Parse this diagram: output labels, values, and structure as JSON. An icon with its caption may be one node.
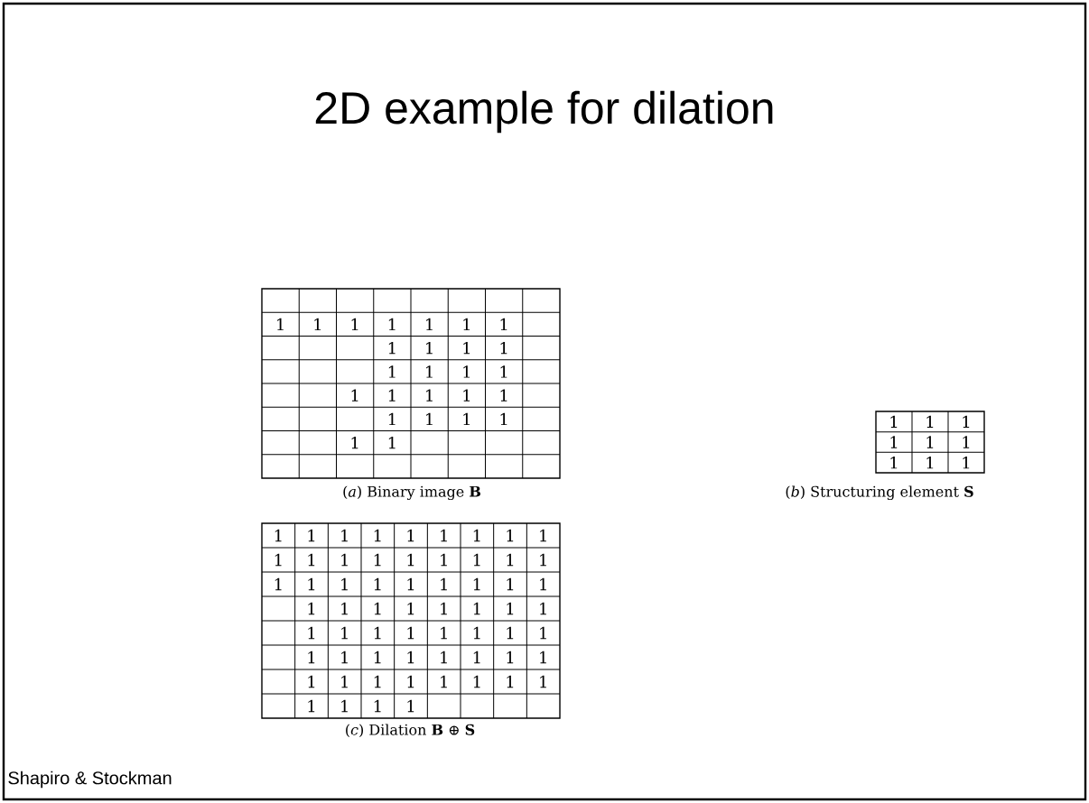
{
  "diagram": {
    "title": "2D example for dilation",
    "labels": [
      "1",
      "1",
      "1",
      "1",
      "1",
      "1",
      "1",
      "1",
      "1",
      "1",
      "1",
      "1",
      "1",
      "1",
      "1",
      "1",
      "1",
      "1",
      "1",
      "1",
      "1",
      "1",
      "1",
      "1",
      "1",
      "1",
      "1",
      "1",
      "1",
      "1",
      "1",
      "1",
      "1",
      "1",
      "1",
      "(*a*) Binary image **B**",
      "(*b*) Structuring element **S**",
      "1",
      "1",
      "1",
      "1",
      "1",
      "1",
      "1",
      "1",
      "1",
      "1",
      "1",
      "1",
      "1",
      "1",
      "1",
      "1",
      "1",
      "1",
      "1",
      "1",
      "1",
      "1",
      "1",
      "1",
      "1",
      "1",
      "1",
      "1",
      "1",
      "1",
      "1",
      "1",
      "1",
      "1",
      "1",
      "1",
      "1",
      "1",
      "1",
      "1",
      "1",
      "1",
      "1",
      "1",
      "1",
      "1",
      "1",
      "1",
      "1",
      "1",
      "1",
      "1",
      "1",
      "1",
      "1",
      "1",
      "1",
      "1",
      "1",
      "1",
      "1",
      "1",
      "1",
      "(*c*) Dilation **B** ⊕ **S**",
      "Shapiro & Stockman"
    ]
  }
}
